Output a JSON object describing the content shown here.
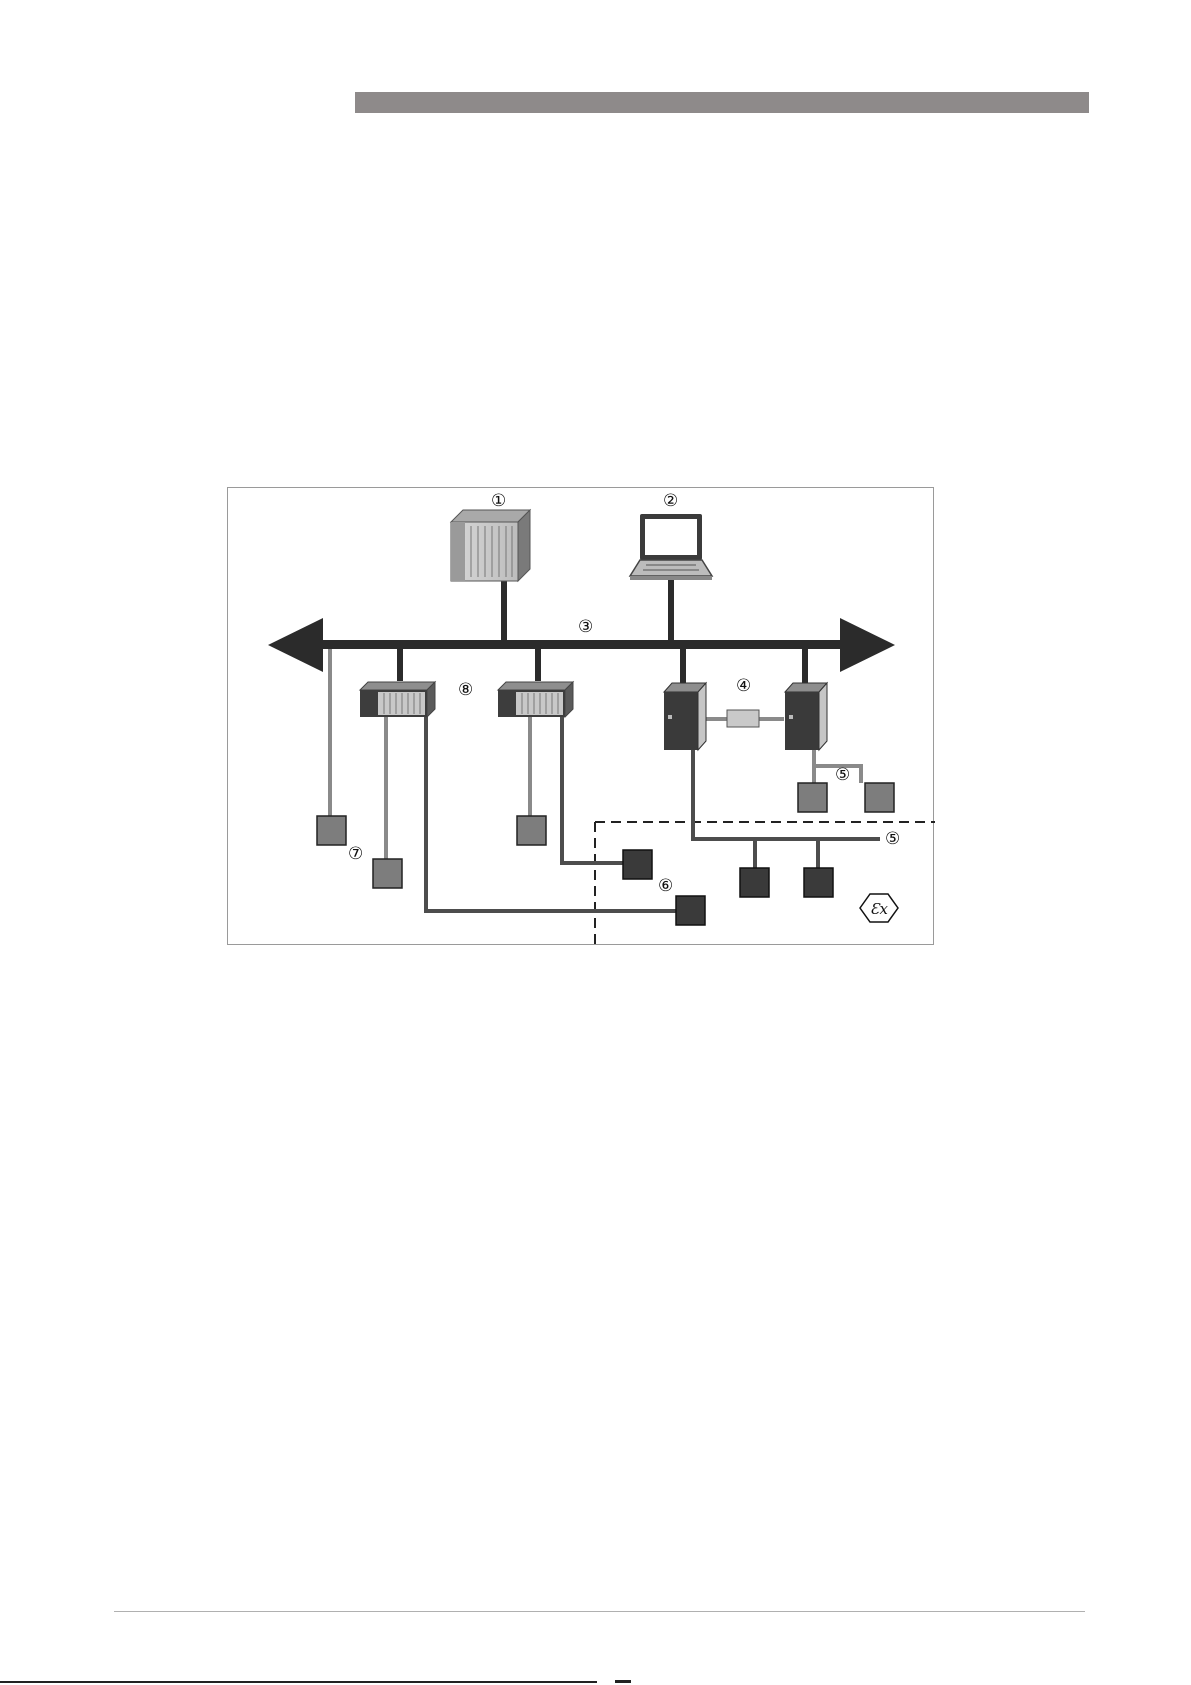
{
  "page": {
    "header_bar_color": "#8e8a8a",
    "background": "#ffffff"
  },
  "diagram": {
    "callouts": {
      "c1": "①",
      "c2": "②",
      "c3": "③",
      "c4": "④",
      "c5a": "⑤",
      "c5b": "⑤",
      "c6": "⑥",
      "c7": "⑦",
      "c8": "⑧"
    },
    "ex_symbol": "Ɛx",
    "colors": {
      "bus": "#2b2b2b",
      "safe_line": "#8a8a8a",
      "hazard_line": "#4d4d4d",
      "safe_device": "#7d7d7d",
      "hazard_device": "#3a3a3a"
    },
    "icons": [
      "plc-rack-icon",
      "laptop-icon",
      "remote-io-icon",
      "fieldbus-coupler-icon",
      "field-device-icon",
      "ex-hazard-icon"
    ]
  }
}
